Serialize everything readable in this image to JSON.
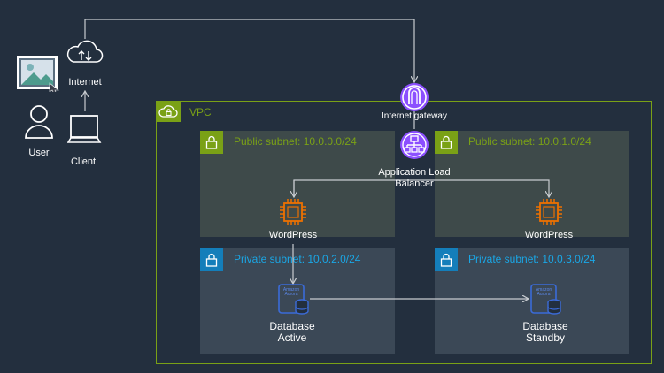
{
  "labels": {
    "internet": "Internet",
    "user": "User",
    "client": "Client",
    "vpc": "VPC",
    "internet_gateway": "Internet gateway",
    "alb_line1": "Application Load",
    "alb_line2": "Balancer",
    "wordpress_left": "WordPress",
    "wordpress_right": "WordPress",
    "db_active_line1": "Database",
    "db_active_line2": "Active",
    "db_standby_line1": "Database",
    "db_standby_line2": "Standby",
    "aurora_line1": "Amazon",
    "aurora_line2": "Aurora"
  },
  "subnets": {
    "public_1": "Public subnet: 10.0.0.0/24",
    "public_2": "Public subnet: 10.0.1.0/24",
    "private_1": "Private subnet: 10.0.2.0/24",
    "private_2": "Private subnet: 10.0.3.0/24"
  },
  "colors": {
    "background": "#232f3e",
    "vpc_green": "#7aa116",
    "private_blue": "#147eba",
    "compute_orange": "#ed7100",
    "network_purple": "#8c4fff",
    "database_blue": "#3b48cc"
  },
  "icons": [
    "image-icon",
    "cloud-icon",
    "user-icon",
    "laptop-icon",
    "lock-icon",
    "cloud-lock-icon",
    "internet-gateway-icon",
    "load-balancer-icon",
    "ec2-instance-icon",
    "aurora-database-icon"
  ]
}
